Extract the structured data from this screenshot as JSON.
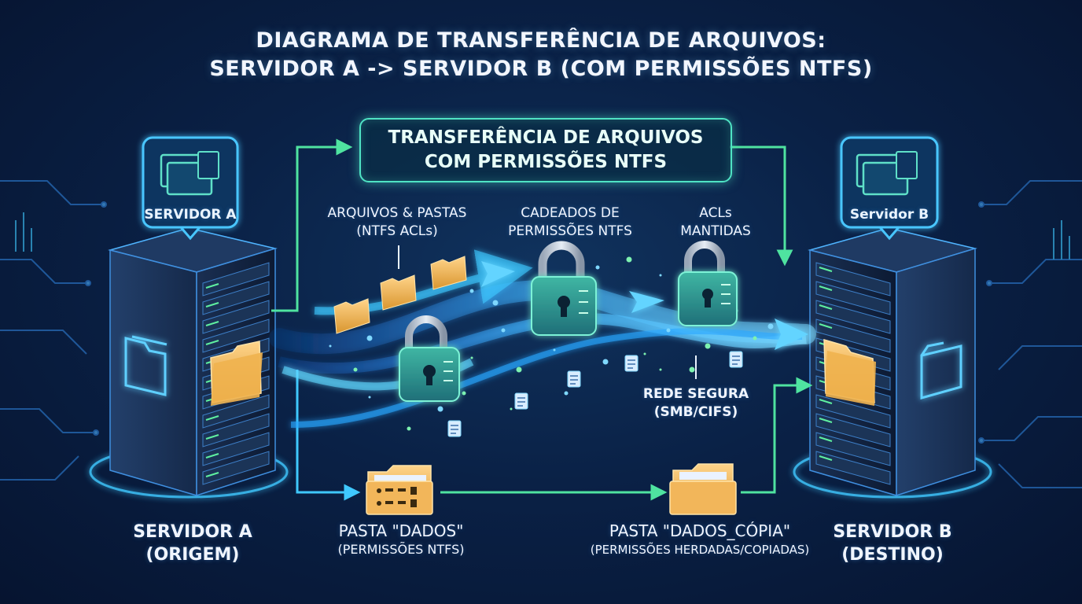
{
  "title": {
    "line1": "DIAGRAMA DE TRANSFERÊNCIA DE ARQUIVOS:",
    "line2": "SERVIDOR A -> SERVIDOR B (COM PERMISSÕES NTFS)"
  },
  "banner": {
    "line1": "TRANSFERÊNCIA DE ARQUIVOS",
    "line2": "COM PERMISSÕES NTFS"
  },
  "server_a": {
    "tag": "SERVIDOR A",
    "label_line1": "SERVIDOR A",
    "label_line2": "(ORIGEM)"
  },
  "server_b": {
    "tag": "Servidor B",
    "label_line1": "SERVIDOR B",
    "label_line2": "(DESTINO)"
  },
  "flow_labels": {
    "files_line1": "ARQUIVOS & PASTAS",
    "files_line2": "(NTFS ACLs)",
    "locks_line1": "CADEADOS DE",
    "locks_line2": "PERMISSÕES NTFS",
    "acls_line1": "ACLs",
    "acls_line2": "MANTIDAS",
    "network_line1": "REDE SEGURA",
    "network_line2": "(SMB/CIFS)"
  },
  "folders": {
    "source_line1": "PASTA \"DADOS\"",
    "source_line2": "(PERMISSÕES NTFS)",
    "dest_line1": "PASTA \"DADOS_CÓPIA\"",
    "dest_line2": "(PERMISSÕES HERDADAS/COPIADAS)"
  },
  "colors": {
    "background": "#0a2146",
    "accent_green": "#4fe3a0",
    "accent_cyan": "#3fc8ff",
    "folder": "#f2b65a",
    "lock_body": "#2f9a8e"
  },
  "icons": [
    "server-rack-icon",
    "folder-icon",
    "padlock-icon",
    "document-icon",
    "arrow-icon",
    "checklist-icon"
  ]
}
